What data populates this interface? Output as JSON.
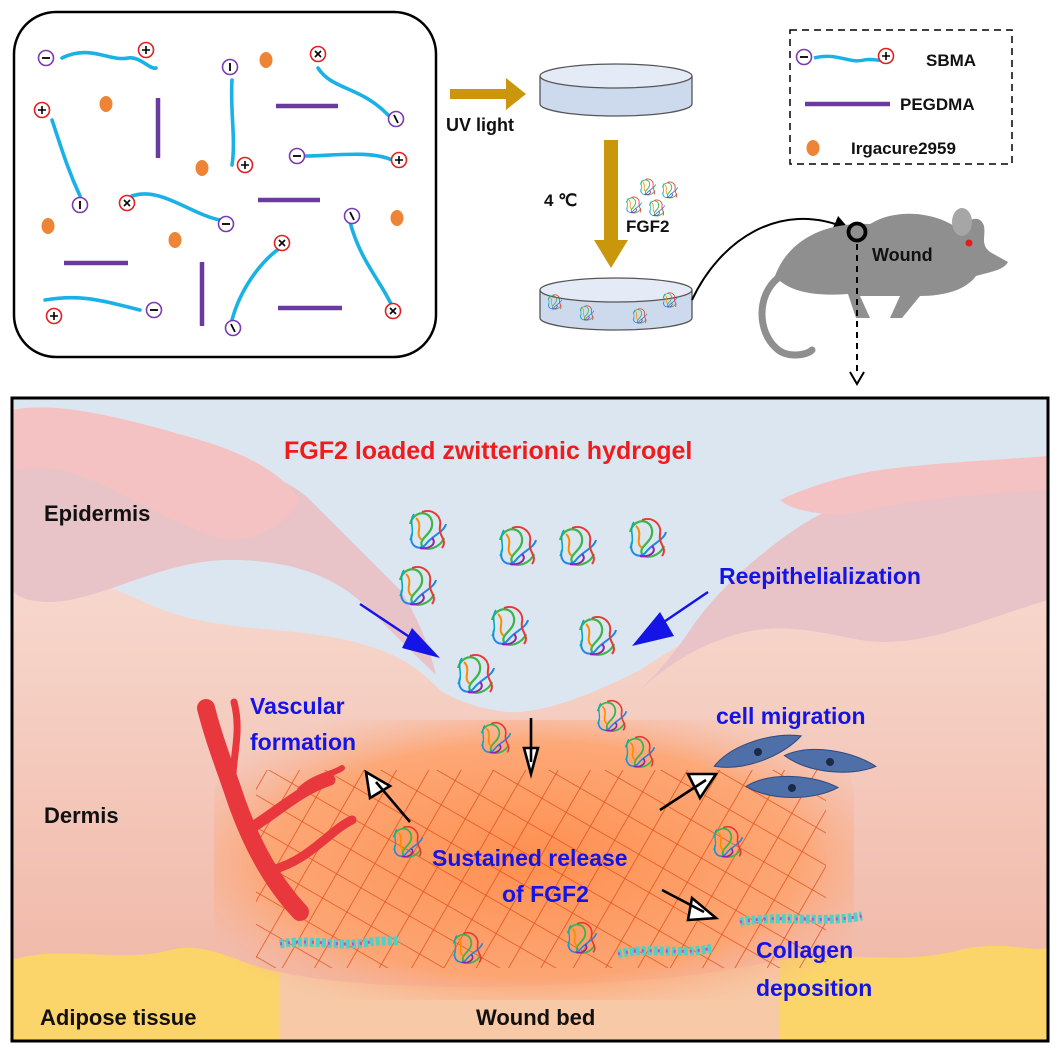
{
  "legend": {
    "sbma": "SBMA",
    "pegdma": "PEGDMA",
    "irgacure": "Irgacure2959"
  },
  "process": {
    "uv_light": "UV light",
    "temperature": "4 ℃",
    "fgf2": "FGF2",
    "wound": "Wound"
  },
  "panel": {
    "title": "FGF2 loaded zwitterionic hydrogel",
    "epidermis": "Epidermis",
    "dermis": "Dermis",
    "adipose": "Adipose tissue",
    "wound_bed": "Wound bed",
    "reepithelialization": "Reepithelialization",
    "vascular_1": "Vascular",
    "vascular_2": "formation",
    "cell_migration": "cell migration",
    "sustained_1": "Sustained release",
    "sustained_2": "of FGF2",
    "collagen_1": "Collagen",
    "collagen_2": "deposition"
  },
  "colors": {
    "chain": "#19b1e6",
    "crosslinker": "#6b3aa0",
    "initiator": "#ee8436",
    "arrow_gold": "#c9960c",
    "label_blue": "#1414e6",
    "title_red": "#ee1c1c"
  }
}
